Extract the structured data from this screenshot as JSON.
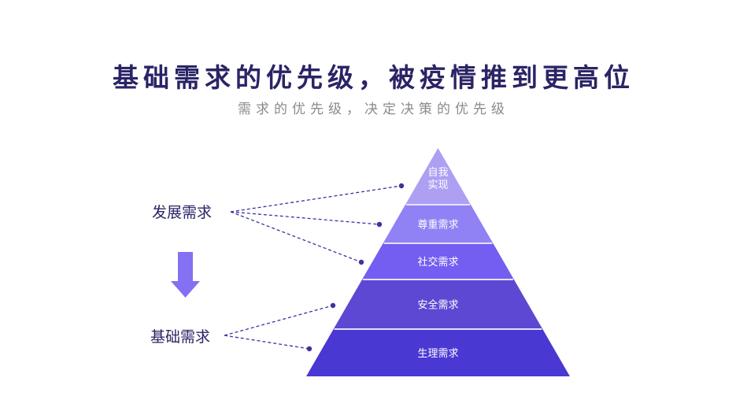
{
  "header": {
    "title": "基础需求的优先级，被疫情推到更高位",
    "subtitle": "需求的优先级，决定决策的优先级"
  },
  "groups": {
    "development": {
      "label": "发展需求"
    },
    "basic": {
      "label": "基础需求"
    }
  },
  "arrow": {
    "icon": "arrow-down-icon",
    "color": "#8370f2"
  },
  "pyramid": {
    "layers": [
      {
        "id": "self-actualization",
        "lines": [
          "自我",
          "实现"
        ],
        "color": "#ada0f3"
      },
      {
        "id": "esteem",
        "lines": [
          "尊重需求"
        ],
        "color": "#9082f4"
      },
      {
        "id": "social",
        "lines": [
          "社交需求"
        ],
        "color": "#735ef1"
      },
      {
        "id": "safety",
        "lines": [
          "安全需求"
        ],
        "color": "#5d48d3"
      },
      {
        "id": "physiological",
        "lines": [
          "生理需求"
        ],
        "color": "#4a38d3"
      }
    ]
  },
  "colors": {
    "title": "#2a2466",
    "connector": "#3a33a0",
    "separator": "#e4e0ff"
  }
}
